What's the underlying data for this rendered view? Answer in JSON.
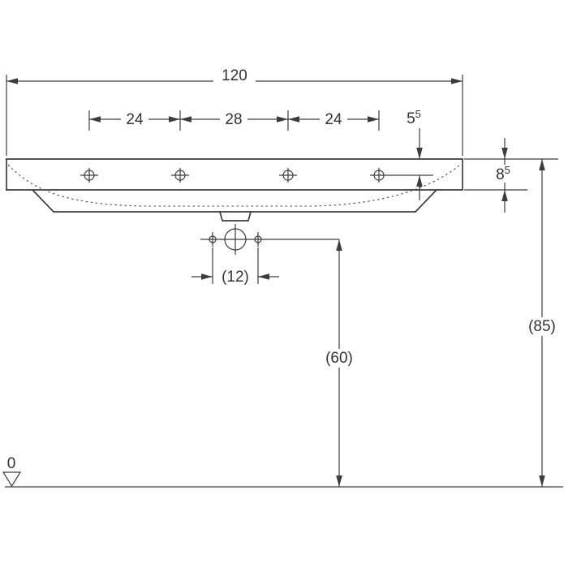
{
  "drawing": {
    "dims": {
      "overall_width": "120",
      "tap_left": "24",
      "tap_center": "28",
      "tap_right": "24",
      "edge_offset_base": "5",
      "edge_offset_sup": "5",
      "rim_thickness_base": "8",
      "rim_thickness_sup": "5",
      "drain_hole_spacing": "(12)",
      "drain_height": "(60)",
      "rim_height": "(85)",
      "datum": "0"
    },
    "colors": {
      "line": "#3c3c3c",
      "text": "#333333",
      "background": "#ffffff"
    }
  }
}
